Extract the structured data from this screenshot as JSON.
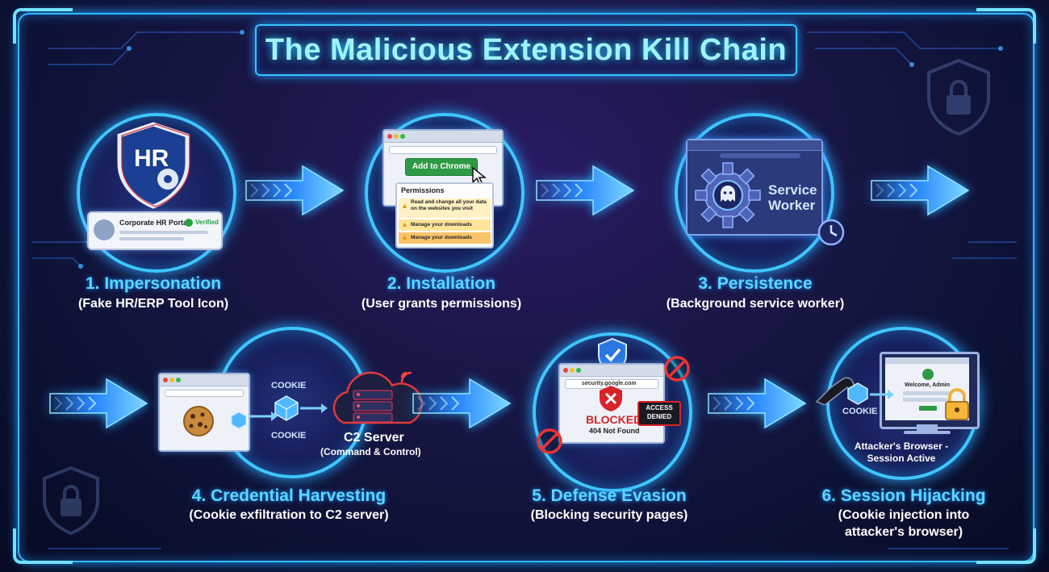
{
  "title": "The Malicious Extension Kill Chain",
  "steps": [
    {
      "title": "1. Impersonation",
      "subtitle": "(Fake HR/ERP Tool Icon)"
    },
    {
      "title": "2. Installation",
      "subtitle": "(User grants permissions)"
    },
    {
      "title": "3. Persistence",
      "subtitle": "(Background service worker)"
    },
    {
      "title": "4. Credential Harvesting",
      "subtitle": "(Cookie exfiltration to C2 server)"
    },
    {
      "title": "5. Defense Evasion",
      "subtitle": "(Blocking security pages)"
    },
    {
      "title": "6. Session Hijacking",
      "subtitle_line1": "(Cookie injection into",
      "subtitle_line2": "attacker's browser)"
    }
  ],
  "step1": {
    "badge": "HR",
    "portal": "Corporate HR Portal",
    "verified": "Verified"
  },
  "step2": {
    "button": "Add to Chrome",
    "permissions_title": "Permissions",
    "perm_items": [
      "Read and change all your data on the websites you visit",
      "Manage your downloads",
      "Manage your downloads"
    ]
  },
  "step3": {
    "label_line1": "Service",
    "label_line2": "Worker"
  },
  "step4": {
    "cookie_top": "COOKIE",
    "cookie_bottom": "COOKIE",
    "server": "C2 Server",
    "server_sub": "(Command & Control)"
  },
  "step5": {
    "url": "security.google.com",
    "blocked": "BLOCKED",
    "not_found": "404 Not Found",
    "access_line1": "ACCESS",
    "access_line2": "DENIED"
  },
  "step6": {
    "cookie": "COOKIE",
    "welcome": "Welcome, Admin",
    "caption_line1": "Attacker's Browser -",
    "caption_line2": "Session Active"
  },
  "colors": {
    "accent": "#3fc6ff",
    "title_text": "#9ff3ff",
    "step_title": "#5ad8ff",
    "blocked_red": "#d8232a",
    "verified_green": "#23a33b",
    "warning_amber": "#f5b63a"
  }
}
